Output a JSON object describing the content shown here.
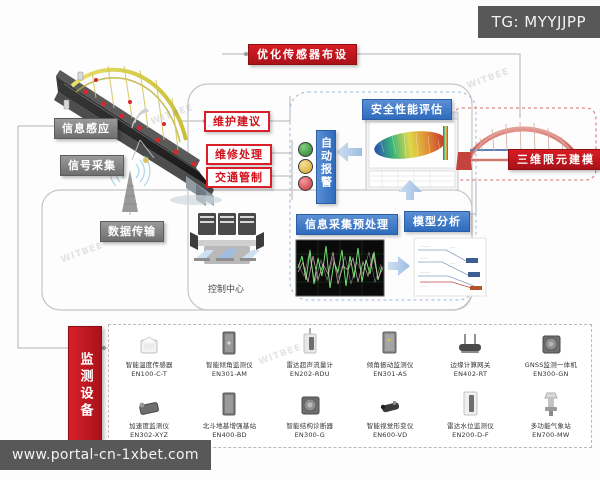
{
  "overlay": {
    "tg_badge": "TG: MYYJJPP",
    "watermark_url": "www.portal-cn-1xbet.com",
    "diffuse_watermark": "WITBEE"
  },
  "colors": {
    "red": "#d8202a",
    "blue": "#2f6bbd",
    "gray": "#6e6e6e",
    "alarm_green": "#3f9b3f",
    "alarm_yellow": "#e6b93f",
    "alarm_red": "#d9404a"
  },
  "flow": {
    "top_banner": "优化传感器布设",
    "left_chain": [
      {
        "label": "信息感应"
      },
      {
        "label": "信号采集"
      },
      {
        "label": "数据传输"
      }
    ],
    "action_labels": [
      {
        "label": "维护建议"
      },
      {
        "label": "维修处理"
      },
      {
        "label": "交通管制"
      }
    ],
    "alarm_box": "自动报警",
    "alarm_lights": [
      "green",
      "yellow",
      "red"
    ],
    "assessment": "安全性能评估",
    "preprocess": "信息采集预处理",
    "model_analysis": "模型分析",
    "fem_model": "三维限元建模",
    "control_center": "控制中心"
  },
  "equipment": {
    "section_label": "监测设备",
    "rows": [
      [
        {
          "name": "智能温度传感器",
          "model": "EN100-C-T",
          "icon": "temperature-sensor-icon"
        },
        {
          "name": "智能倾角监测仪",
          "model": "EN301-AM",
          "icon": "inclination-monitor-icon"
        },
        {
          "name": "雷达超声流量计",
          "model": "EN202-RDU",
          "icon": "radar-flowmeter-icon"
        },
        {
          "name": "倾角振动监测仪",
          "model": "EN301-AS",
          "icon": "vibration-monitor-icon"
        },
        {
          "name": "边缘计算网关",
          "model": "EN402-RT",
          "icon": "edge-gateway-icon"
        },
        {
          "name": "GNSS监测一体机",
          "model": "EN300-GN",
          "icon": "gnss-receiver-icon"
        }
      ],
      [
        {
          "name": "加速度监测仪",
          "model": "EN302-XYZ",
          "icon": "accelerometer-icon"
        },
        {
          "name": "北斗地基增强基站",
          "model": "EN400-BD",
          "icon": "beidou-base-station-icon"
        },
        {
          "name": "智能结构诊断器",
          "model": "EN300-G",
          "icon": "structure-diagnostic-icon"
        },
        {
          "name": "智能视觉形变仪",
          "model": "EN600-VD",
          "icon": "vision-deformation-camera-icon"
        },
        {
          "name": "雷达水位监测仪",
          "model": "EN200-D-F",
          "icon": "radar-water-level-icon"
        },
        {
          "name": "多功能气象站",
          "model": "EN700-MW",
          "icon": "weather-station-icon"
        }
      ]
    ]
  }
}
